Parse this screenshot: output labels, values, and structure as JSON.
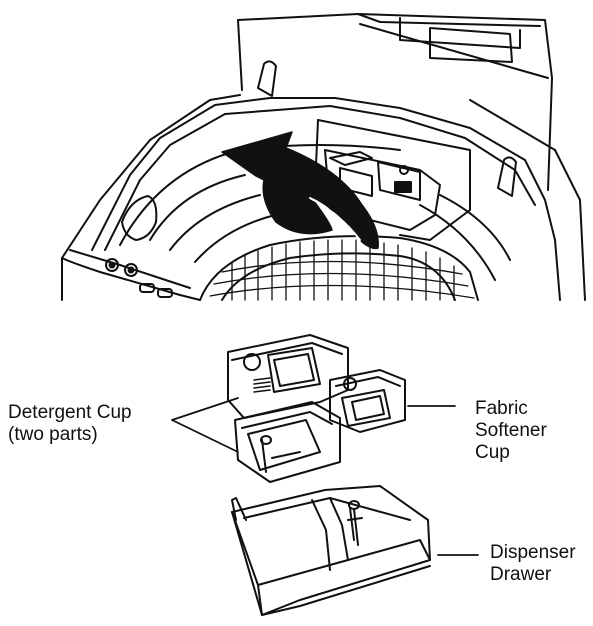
{
  "labels": {
    "detergent_cup": [
      "Detergent Cup",
      "(two parts)"
    ],
    "fabric_softener_cup": [
      "Fabric",
      "Softener",
      "Cup"
    ],
    "dispenser_drawer": [
      "Dispenser",
      "Drawer"
    ]
  },
  "colors": {
    "line": "#111111",
    "background": "#ffffff",
    "arrow_fill": "#111111"
  },
  "icons": {
    "removal_arrow": "curved-up-arrow-icon"
  }
}
